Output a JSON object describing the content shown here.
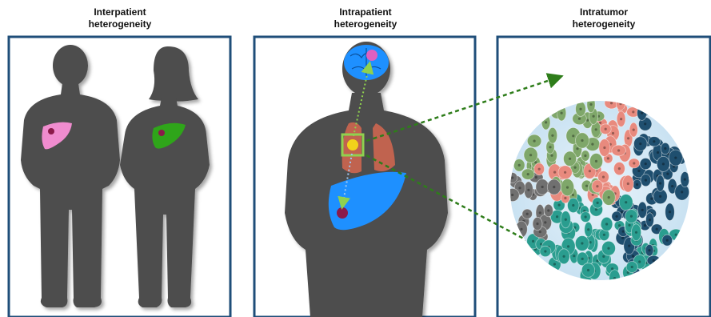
{
  "panels": [
    {
      "title_line1": "Interpatient",
      "title_line2": "heterogeneity"
    },
    {
      "title_line1": "Intrapatient",
      "title_line2": "heterogeneity"
    },
    {
      "title_line1": "Intratumor",
      "title_line2": "heterogeneity"
    }
  ],
  "colors": {
    "frame": "#1f4e79",
    "silhouette": "#4d4d4d",
    "brain": "#1e90ff",
    "lung": "#c0634f",
    "liver_blue": "#1e90ff",
    "liver_pink": "#f08ccf",
    "liver_green": "#2fa51a",
    "tumor": "#8b1a4a",
    "arrow": "#2e7d1a",
    "cells_green": "#7fa76a",
    "cells_pink": "#e88a7e",
    "cells_navy": "#1f4f6f",
    "cells_teal": "#2a9d8f",
    "cells_gray": "#707070"
  },
  "icons": [
    "male-silhouette-icon",
    "female-silhouette-icon",
    "liver-icon",
    "brain-icon",
    "lungs-icon",
    "tumor-cell-cluster-icon"
  ]
}
